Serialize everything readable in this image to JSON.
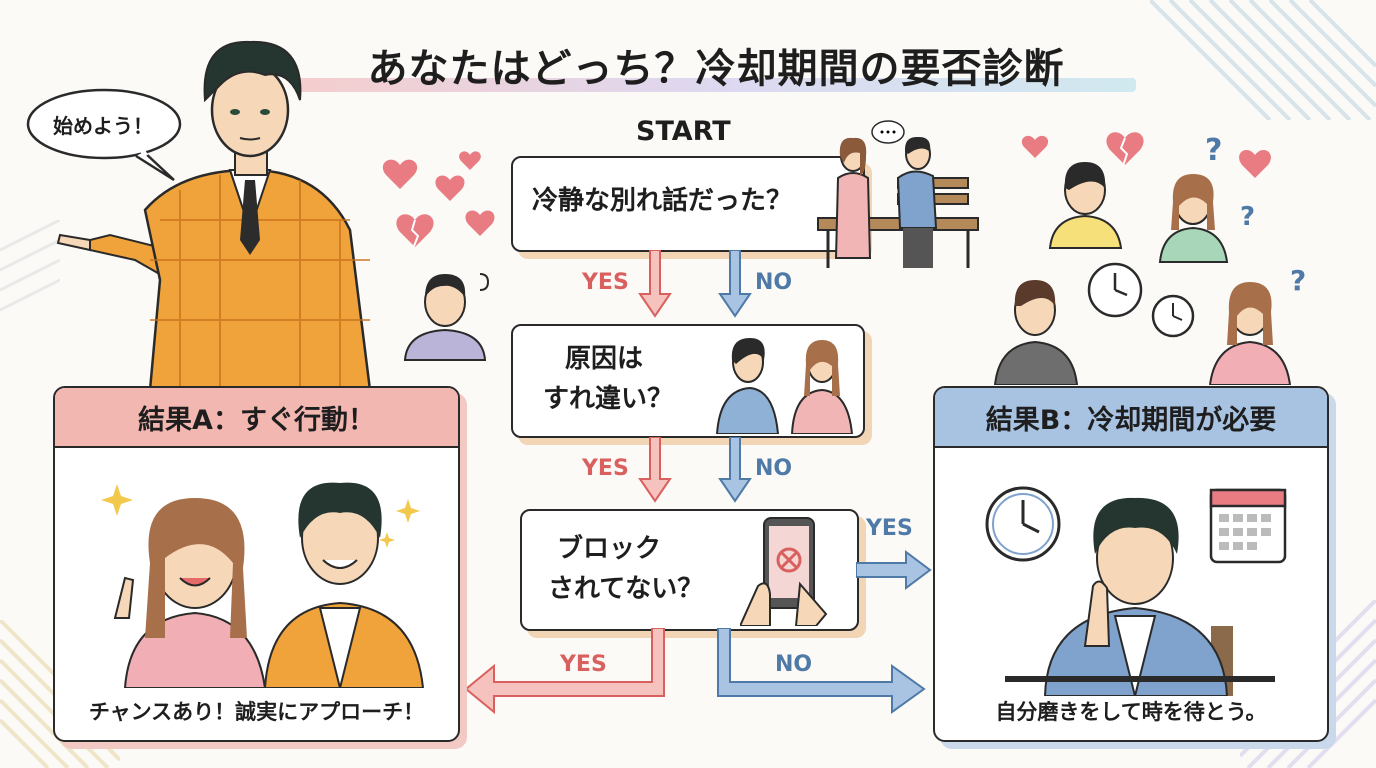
{
  "title": "あなたはどっち？冷却期間の要否診断",
  "speech_bubble": "始めよう！",
  "start_label": "START",
  "questions": [
    {
      "lines": [
        "冷静な別れ話だった？"
      ]
    },
    {
      "lines": [
        "原因は",
        "すれ違い？"
      ]
    },
    {
      "lines": [
        "ブロック",
        "されてない？"
      ]
    }
  ],
  "branch_labels": {
    "q1_yes": "YES",
    "q1_no": "NO",
    "q2_yes": "YES",
    "q2_no": "NO",
    "q3_right_yes": "YES",
    "q3_down_yes": "YES",
    "q3_down_no": "NO"
  },
  "result_a": {
    "heading": "結果A：すぐ行動！",
    "caption": "チャンスあり！誠実にアプローチ！",
    "header_color": "#f3b7b1",
    "border_color": "#e58f88"
  },
  "result_b": {
    "heading": "結果B：冷却期間が必要",
    "caption": "自分磨きをして時を待とう。",
    "header_color": "#a8c2e2",
    "border_color": "#7fa3cc"
  },
  "colors": {
    "yes_arrow": "#e8938a",
    "no_arrow": "#7fa3cc",
    "orange_suit": "#f0a33a",
    "heart": "#e87c82"
  }
}
